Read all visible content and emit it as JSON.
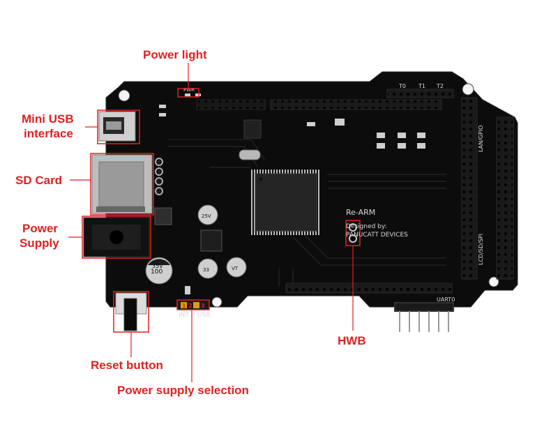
{
  "callouts": {
    "power_light": "Power light",
    "mini_usb_line1": "Mini USB",
    "mini_usb_line2": "interface",
    "sd_card": "SD Card",
    "power_supply_line1": "Power",
    "power_supply_line2": "Supply",
    "reset_button": "Reset button",
    "power_supply_selection": "Power supply selection",
    "hwb": "HWB"
  },
  "board_text": {
    "re_arm": "Re-ARM",
    "designed_by": "Designed by:",
    "maker": "PANUCATT DEVICES",
    "lan_gpio": "LAN/GPIO",
    "lcd_sd_spi": "LCD/SD/SPI",
    "uart0": "UART0",
    "int": "INT",
    "usb": "USB",
    "pwr": "PWR",
    "t0": "T0",
    "t1": "T1",
    "t2": "T2",
    "cap_100": "100",
    "cap_35v": "35V",
    "cap_25v": "25V",
    "cap_33": "33",
    "cap_vt": "VT",
    "sel_1": "1",
    "sel_2": "2",
    "sel_3": "3"
  },
  "colors": {
    "callout": "#e41f1f",
    "board": "#0c0c0c",
    "header": "#161616",
    "silkscreen": "#d8d8d8"
  }
}
